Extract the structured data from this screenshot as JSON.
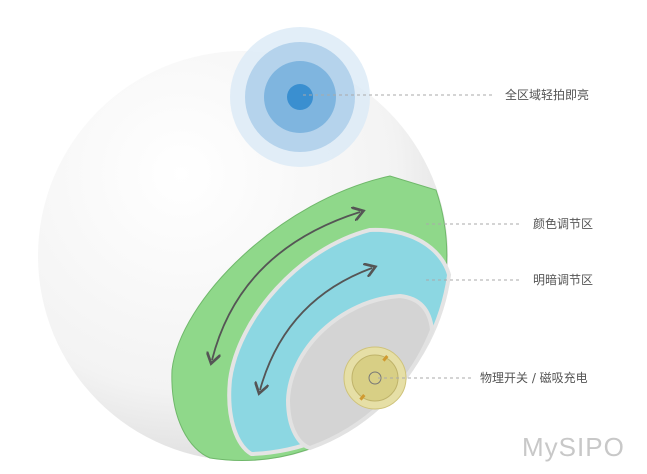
{
  "labels": {
    "tap": "全区域轻拍即亮",
    "color": "颜色调节区",
    "brightness": "明暗调节区",
    "switch": "物理开关 / 磁吸充电"
  },
  "logo": "MySIPO",
  "colors": {
    "green": "#8fd88a",
    "cyan": "#8cd7e2",
    "blue": "#3a8fd0",
    "switch": "#d9d08a"
  }
}
